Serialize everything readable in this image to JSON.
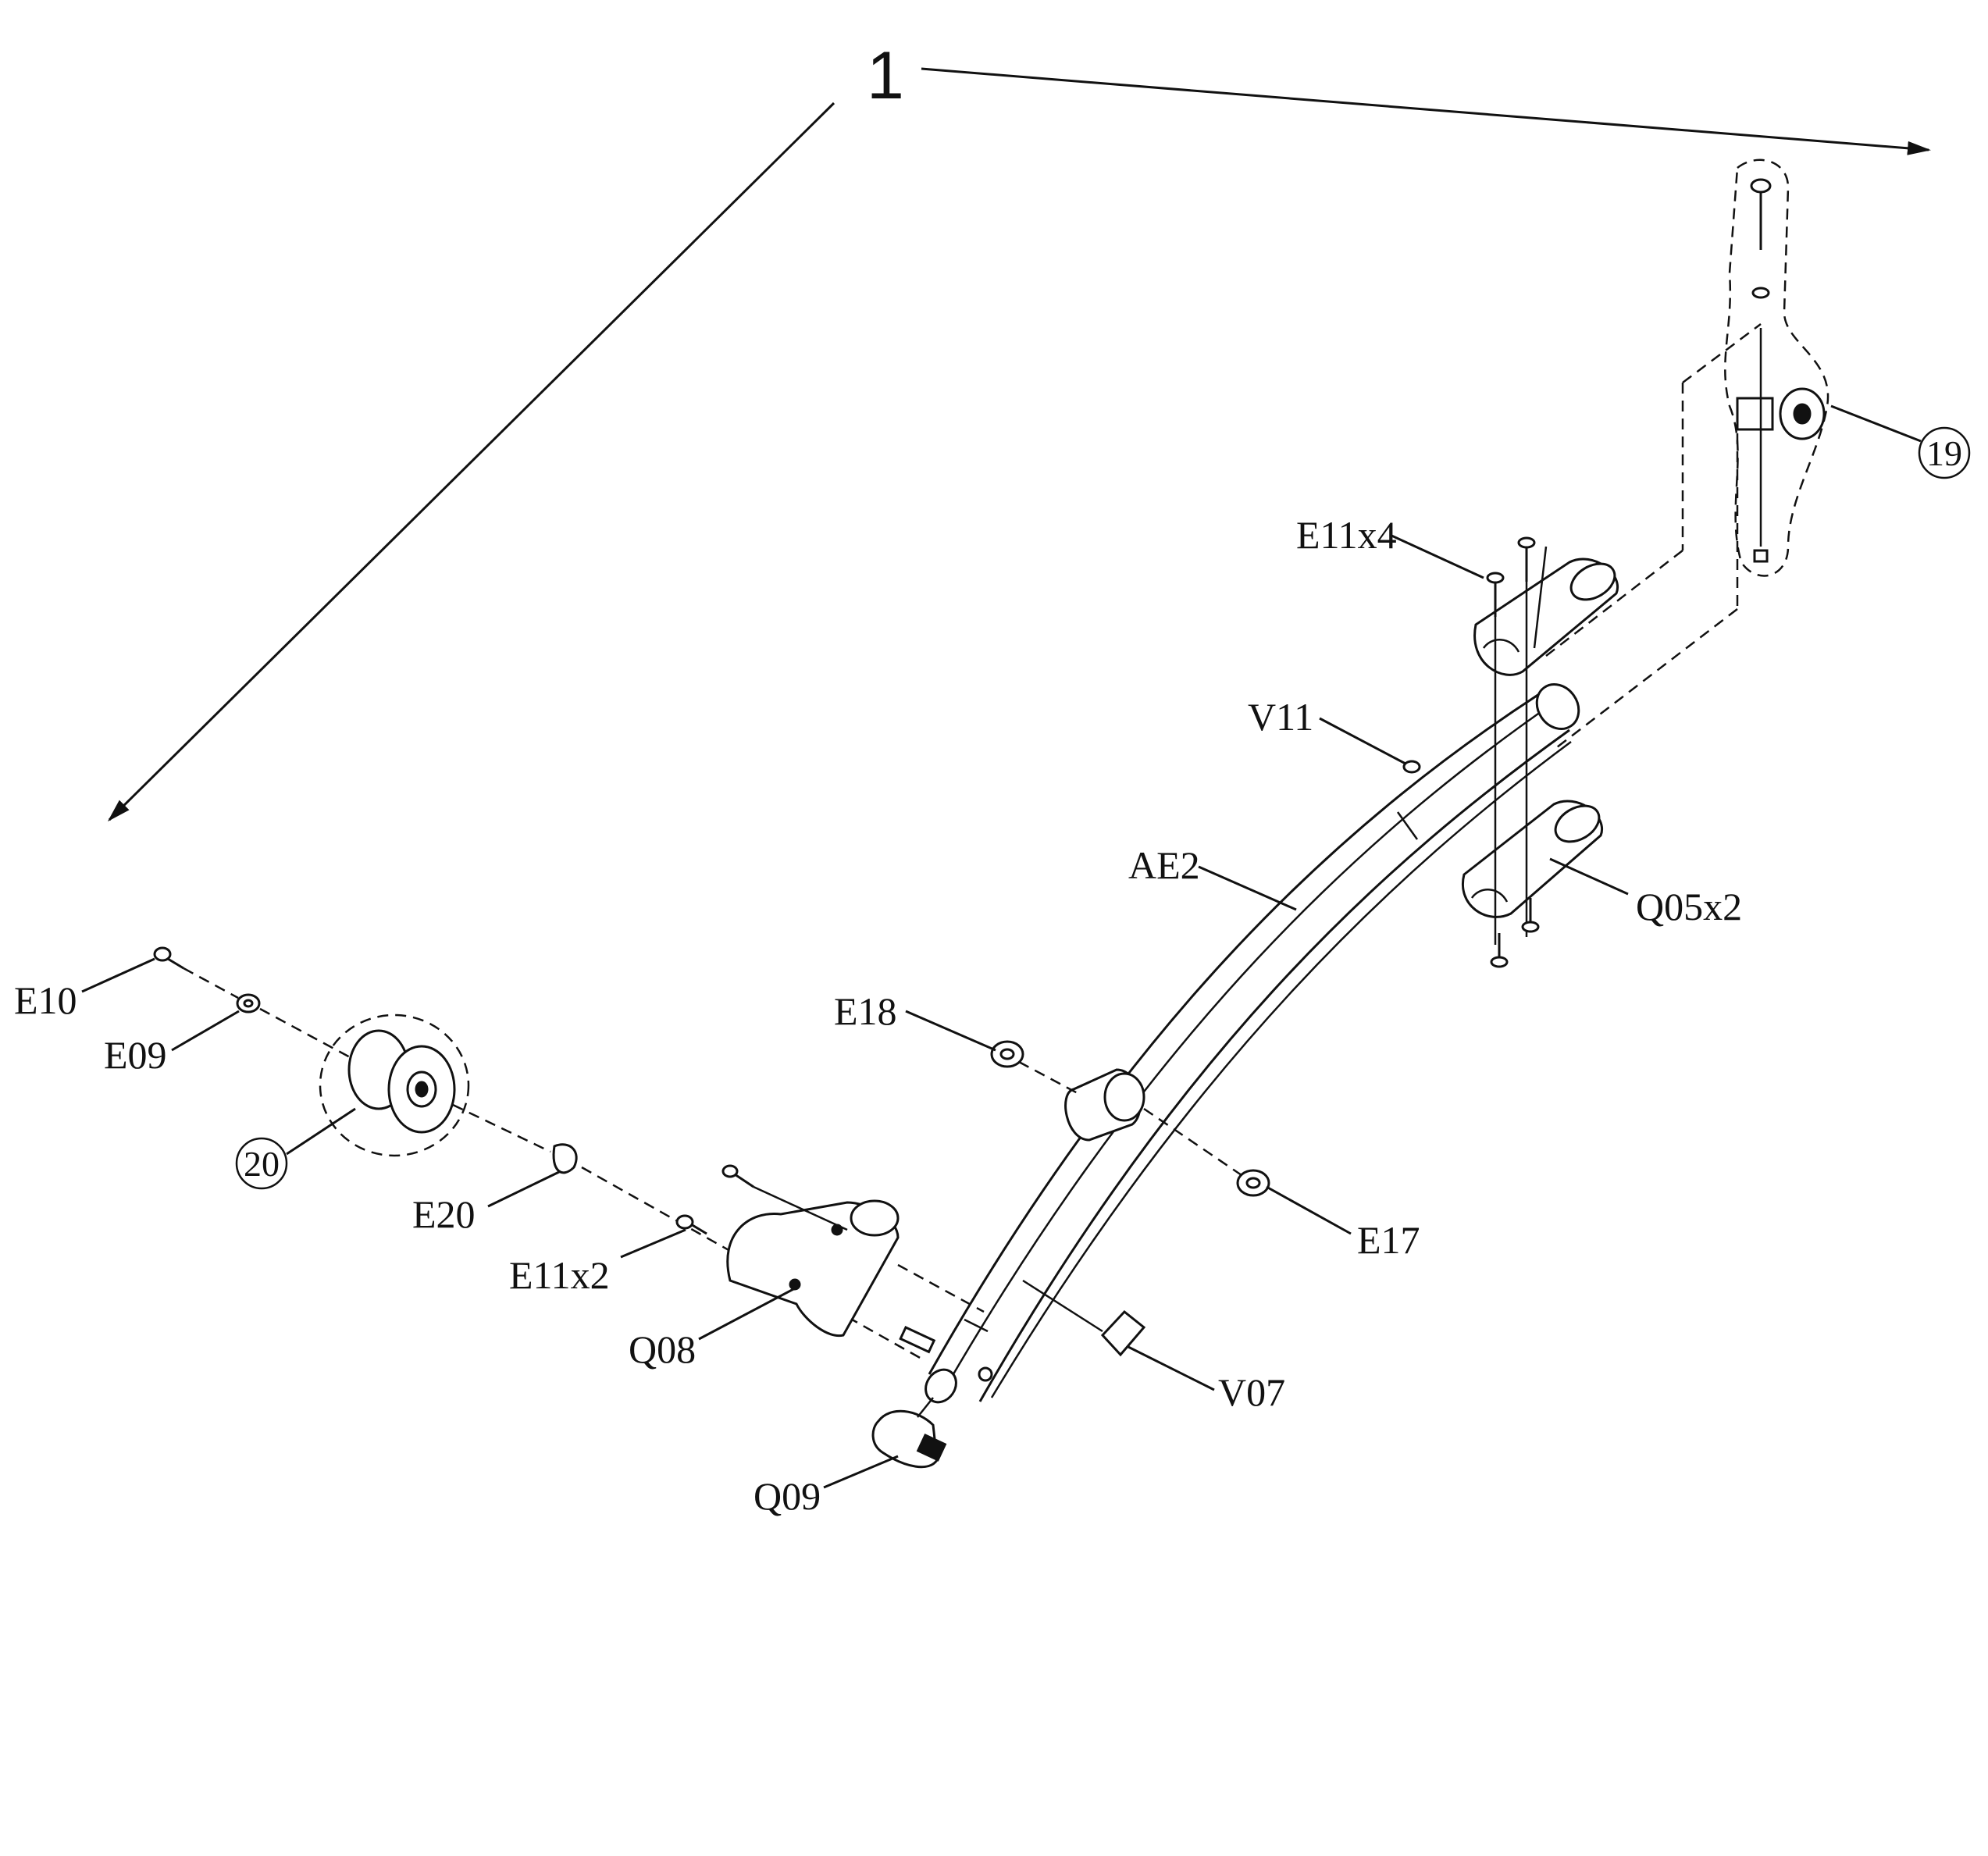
{
  "diagram": {
    "assembly_number": "1",
    "callouts": {
      "circled_19": "19",
      "circled_20": "20",
      "E11x4": "E11x4",
      "V11": "V11",
      "AE2": "AE2",
      "Q05x2": "Q05x2",
      "E10": "E10",
      "E09": "E09",
      "E18": "E18",
      "E20": "E20",
      "E17": "E17",
      "E11x2": "E11x2",
      "Q08": "Q08",
      "V07": "V07",
      "Q09": "Q09"
    }
  }
}
